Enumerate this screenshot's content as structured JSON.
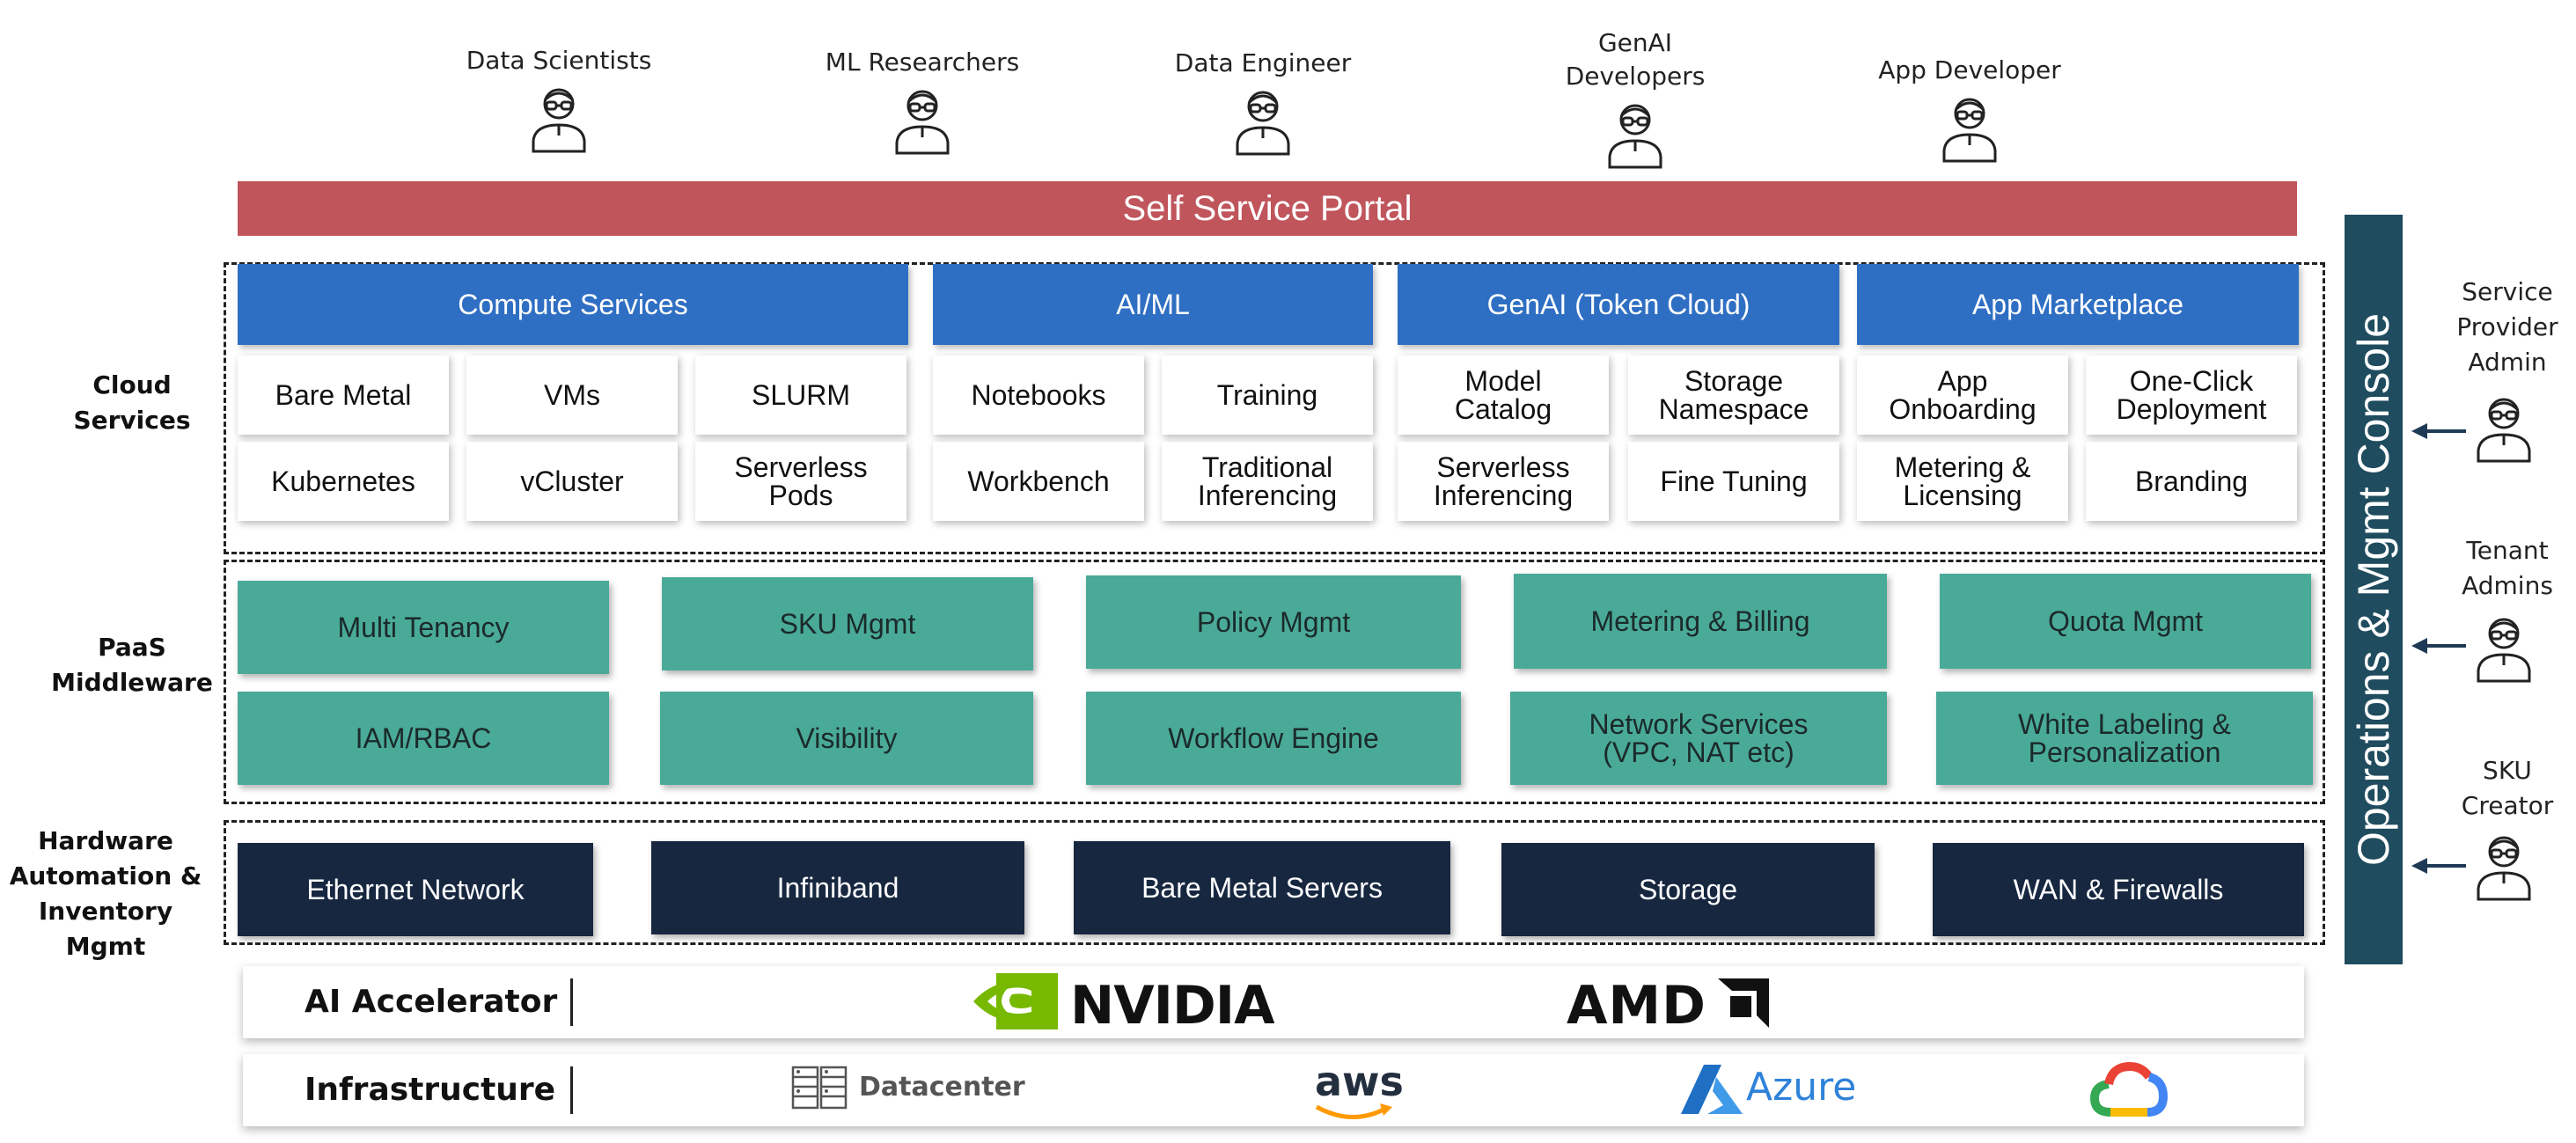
{
  "personas": [
    "Data Scientists",
    "ML Researchers",
    "Data Engineer",
    "GenAI\nDevelopers",
    "App Developer"
  ],
  "portal": {
    "label": "Self Service Portal"
  },
  "row_labels": {
    "cloud": "Cloud\nServices",
    "paas": "PaaS\nMiddleware",
    "hardware": "Hardware\nAutomation &\nInventory Mgmt"
  },
  "cloud_services": {
    "headers": [
      "Compute Services",
      "AI/ML",
      "GenAI (Token Cloud)",
      "App Marketplace"
    ],
    "row1": [
      "Bare Metal",
      "VMs",
      "SLURM",
      "Notebooks",
      "Training",
      "Model\nCatalog",
      "Storage\nNamespace",
      "App\nOnboarding",
      "One-Click\nDeployment"
    ],
    "row2": [
      "Kubernetes",
      "vCluster",
      "Serverless\nPods",
      "Workbench",
      "Traditional\nInferencing",
      "Serverless\nInferencing",
      "Fine Tuning",
      "Metering &\nLicensing",
      "Branding"
    ]
  },
  "middleware": {
    "row1": [
      "Multi Tenancy",
      "SKU Mgmt",
      "Policy Mgmt",
      "Metering & Billing",
      "Quota Mgmt"
    ],
    "row2": [
      "IAM/RBAC",
      "Visibility",
      "Workflow Engine",
      "Network Services\n(VPC, NAT etc)",
      "White Labeling &\nPersonalization"
    ]
  },
  "hardware": [
    "Ethernet Network",
    "Infiniband",
    "Bare Metal Servers",
    "Storage",
    "WAN & Firewalls"
  ],
  "ops_console": {
    "label": "Operations & Mgmt Console"
  },
  "admin_roles": [
    "Service\nProvider\nAdmin",
    "Tenant\nAdmins",
    "SKU\nCreator"
  ],
  "ai_accelerator": {
    "label": "AI Accelerator",
    "logos": {
      "nvidia": "NVIDIA",
      "amd": "AMD"
    },
    "colors": {
      "nvidia_green": "#76b900",
      "amd_black": "#111111"
    }
  },
  "infrastructure": {
    "label": "Infrastructure",
    "datacenter": "Datacenter",
    "aws": "aws",
    "azure": "Azure",
    "icons": [
      "server-rack-icon",
      "aws-logo",
      "azure-logo",
      "google-cloud-logo"
    ],
    "colors": {
      "azure_blue": "#2f82d9",
      "aws_orange": "#ff9900"
    }
  }
}
